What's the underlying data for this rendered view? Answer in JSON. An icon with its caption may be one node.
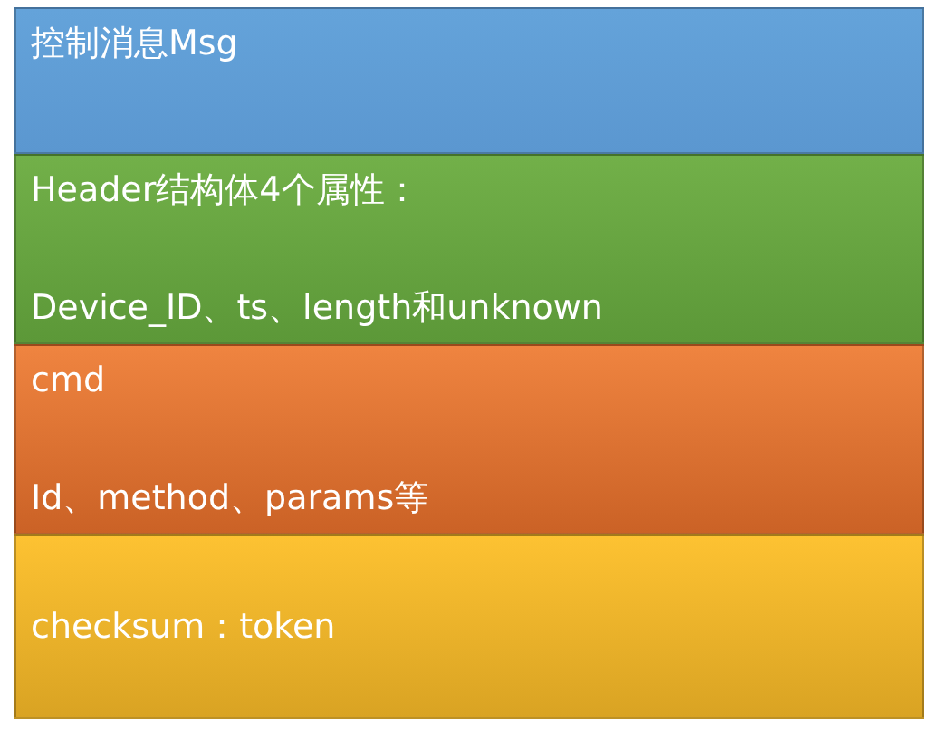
{
  "diagram": {
    "nodes": [
      {
        "text": [
          "控制消息Msg"
        ]
      },
      {
        "text": [
          "Header结构体4个属性：",
          "Device_ID、ts、length和unknown"
        ]
      },
      {
        "text": [
          "cmd",
          "Id、method、params等"
        ]
      },
      {
        "text": [
          "checksum：token"
        ]
      }
    ]
  }
}
